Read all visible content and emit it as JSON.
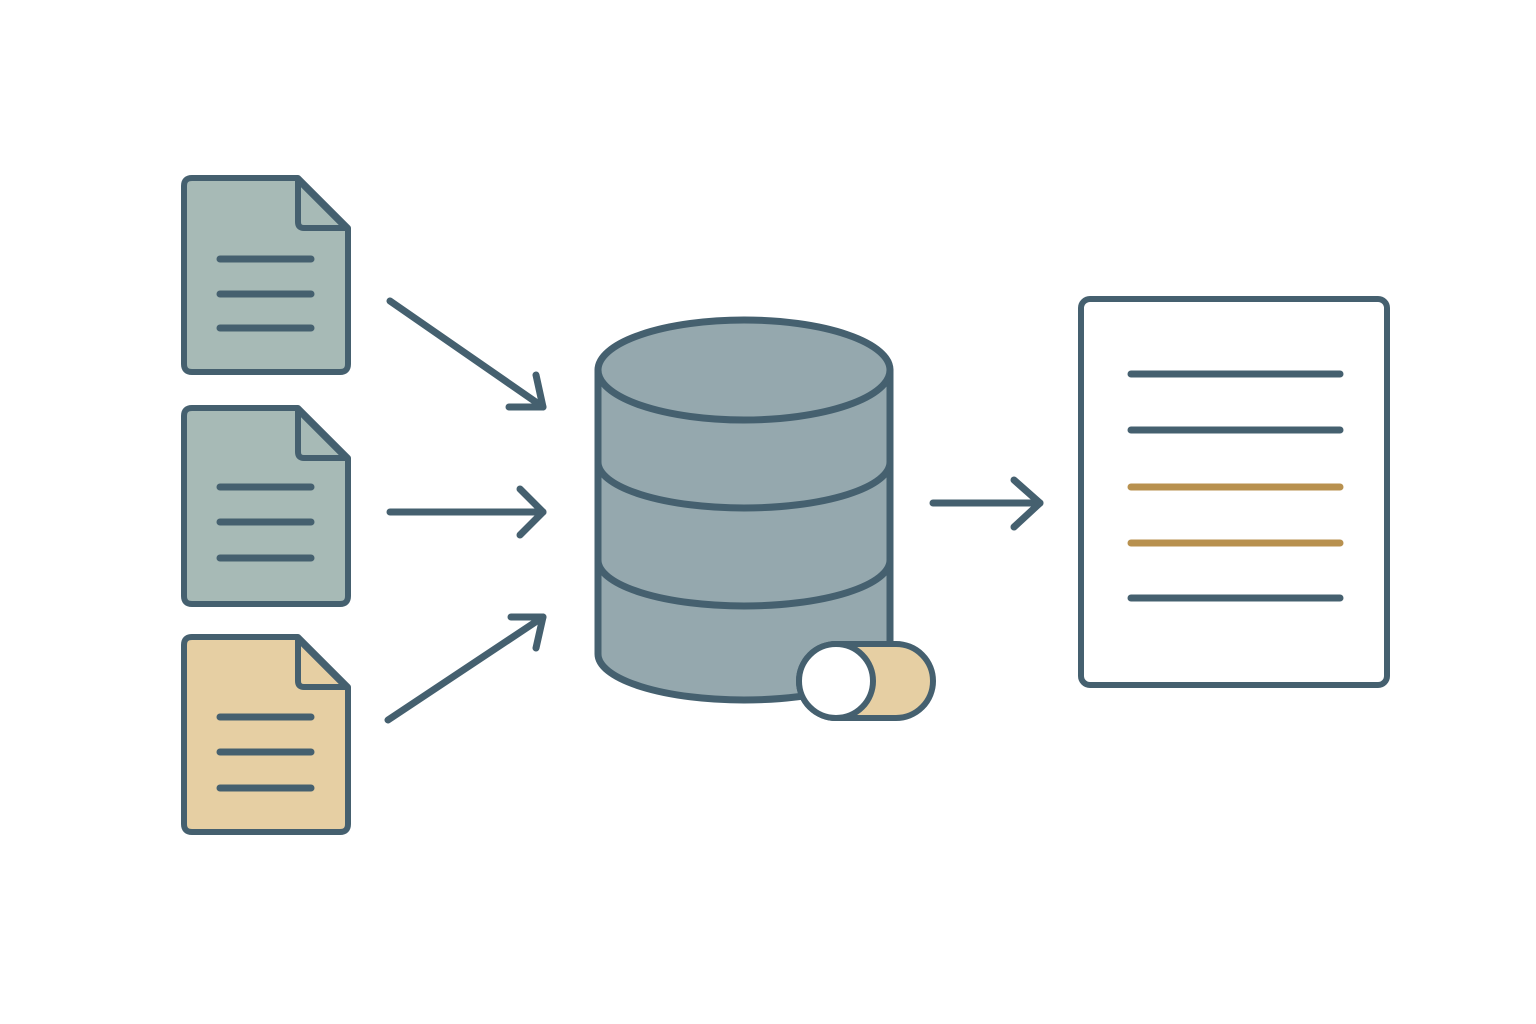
{
  "colors": {
    "background": "#ffffff",
    "stroke": "#45606f",
    "doc_gray_fill": "#a7bab6",
    "doc_tan_fill": "#e6cfa3",
    "database_fill": "#95a8ae",
    "toggle_fill": "#e6cfa3",
    "toggle_knob": "#ffffff",
    "output_fill": "#ffffff",
    "highlight_line": "#b8914f"
  },
  "icons": {
    "input_documents": [
      "document-icon",
      "document-icon",
      "document-icon-highlighted"
    ],
    "database": "database-icon",
    "toggle": "toggle-switch-icon",
    "output": "output-document-icon"
  },
  "toggle": {
    "state": "off"
  },
  "output_lines": [
    "plain",
    "plain",
    "highlighted",
    "highlighted",
    "plain"
  ]
}
